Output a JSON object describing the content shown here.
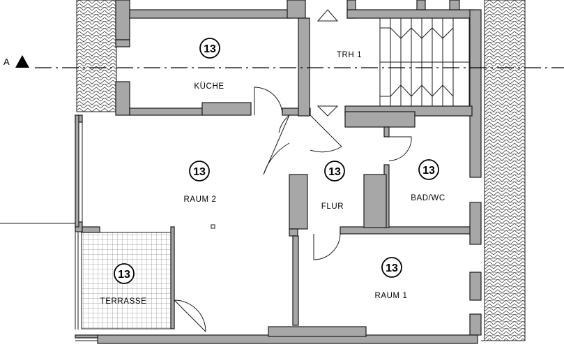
{
  "section_marker": {
    "label": "A"
  },
  "rooms": [
    {
      "id": "kueche",
      "number": "13",
      "label": "KÜCHE"
    },
    {
      "id": "trh1",
      "number": "",
      "label": "TRH 1"
    },
    {
      "id": "raum2",
      "number": "13",
      "label": "RAUM 2"
    },
    {
      "id": "flur",
      "number": "13",
      "label": "FLUR"
    },
    {
      "id": "badwc",
      "number": "13",
      "label": "BAD/WC"
    },
    {
      "id": "terrasse",
      "number": "13",
      "label": "TERRASSE"
    },
    {
      "id": "raum1",
      "number": "13",
      "label": "RAUM 1"
    }
  ],
  "colors": {
    "wall_fill": "#a7a7a7",
    "line": "#1a1a1a",
    "background": "#ffffff"
  }
}
